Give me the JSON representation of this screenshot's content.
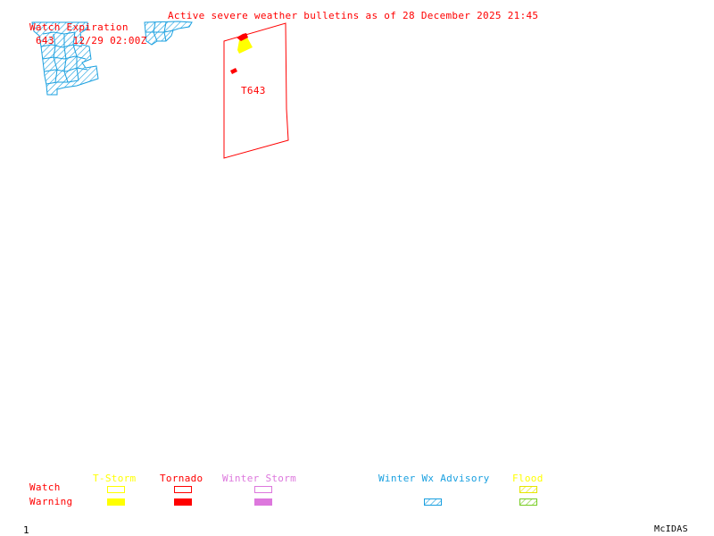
{
  "title": "Active severe weather bulletins as of 28 December 2025 21:45",
  "watch_expiration": {
    "heading": "Watch Expiration",
    "entries": [
      {
        "id": "643",
        "expires": "12/29 02:00Z"
      }
    ],
    "line": "643   12/29 02:00Z"
  },
  "map_labels": [
    {
      "text": "T643",
      "type": "tornado-watch"
    }
  ],
  "legend": {
    "row_labels": {
      "watch": "Watch",
      "warning": "Warning"
    },
    "columns": [
      {
        "label": "T-Storm",
        "color": "#ffff00",
        "watch": "outline",
        "warning": "filled"
      },
      {
        "label": "Tornado",
        "color": "#ff0000",
        "watch": "outline",
        "warning": "filled"
      },
      {
        "label": "Winter Storm",
        "color": "#dd77dd",
        "watch": "outline",
        "warning": "filled"
      },
      {
        "label": "Winter Wx Advisory",
        "color": "#1aa0e0",
        "watch": "none",
        "warning": "hatched"
      },
      {
        "label": "Flood",
        "color_watch": "#ffff00",
        "color_warning": "#77cc22",
        "watch": "hatched",
        "warning": "hatched"
      }
    ]
  },
  "footer": {
    "frame": "1",
    "brand": "McIDAS"
  },
  "colors": {
    "text": "#ff0000",
    "winter_advisory": "#1aa0e0",
    "tstorm": "#ffff00",
    "tornado": "#ff0000",
    "winter_storm": "#dd77dd",
    "flood_warning": "#77cc22"
  }
}
